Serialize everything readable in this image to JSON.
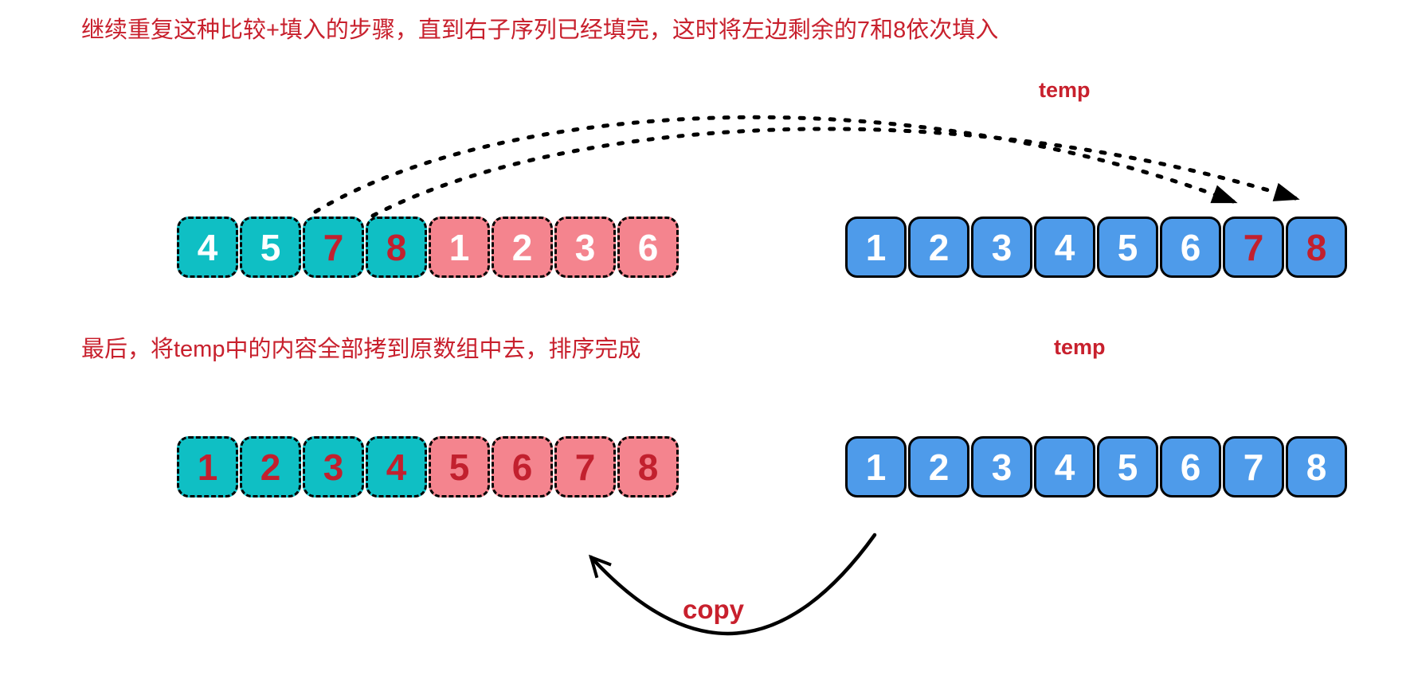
{
  "texts": {
    "step_instruction": "继续重复这种比较+填入的步骤，直到右子序列已经填完，这时将左边剩余的7和8依次填入",
    "final_instruction": "最后，将temp中的内容全部拷到原数组中去，排序完成",
    "temp_label_top": "temp",
    "temp_label_bottom": "temp",
    "copy_label": "copy"
  },
  "colors": {
    "teal": "#0FBFC4",
    "pink": "#F4848E",
    "blue": "#4E9BEA",
    "num_red": "#C2202E",
    "accent_red": "#C8202D",
    "stroke_black": "#000000"
  },
  "arrays": {
    "top_left": {
      "description": "original array, left sub-sequence 4 5 7 8 (teal) and right sub-sequence 1 2 3 6 (pink), 7 and 8 highlighted red",
      "cells": [
        {
          "value": "4",
          "bg": "teal",
          "text": "white"
        },
        {
          "value": "5",
          "bg": "teal",
          "text": "white"
        },
        {
          "value": "7",
          "bg": "teal",
          "text": "red"
        },
        {
          "value": "8",
          "bg": "teal",
          "text": "red"
        },
        {
          "value": "1",
          "bg": "pink",
          "text": "white"
        },
        {
          "value": "2",
          "bg": "pink",
          "text": "white"
        },
        {
          "value": "3",
          "bg": "pink",
          "text": "white"
        },
        {
          "value": "6",
          "bg": "pink",
          "text": "white"
        }
      ]
    },
    "top_right": {
      "description": "temp array after filling, 7 and 8 newly inserted (red)",
      "cells": [
        {
          "value": "1",
          "bg": "blue",
          "text": "white"
        },
        {
          "value": "2",
          "bg": "blue",
          "text": "white"
        },
        {
          "value": "3",
          "bg": "blue",
          "text": "white"
        },
        {
          "value": "4",
          "bg": "blue",
          "text": "white"
        },
        {
          "value": "5",
          "bg": "blue",
          "text": "white"
        },
        {
          "value": "6",
          "bg": "blue",
          "text": "white"
        },
        {
          "value": "7",
          "bg": "blue",
          "text": "red"
        },
        {
          "value": "8",
          "bg": "blue",
          "text": "red"
        }
      ]
    },
    "bottom_left": {
      "description": "original array after copy, fully sorted, all numbers red",
      "cells": [
        {
          "value": "1",
          "bg": "teal",
          "text": "red"
        },
        {
          "value": "2",
          "bg": "teal",
          "text": "red"
        },
        {
          "value": "3",
          "bg": "teal",
          "text": "red"
        },
        {
          "value": "4",
          "bg": "teal",
          "text": "red"
        },
        {
          "value": "5",
          "bg": "pink",
          "text": "red"
        },
        {
          "value": "6",
          "bg": "pink",
          "text": "red"
        },
        {
          "value": "7",
          "bg": "pink",
          "text": "red"
        },
        {
          "value": "8",
          "bg": "pink",
          "text": "red"
        }
      ]
    },
    "bottom_right": {
      "description": "temp array fully filled 1-8",
      "cells": [
        {
          "value": "1",
          "bg": "blue",
          "text": "white"
        },
        {
          "value": "2",
          "bg": "blue",
          "text": "white"
        },
        {
          "value": "3",
          "bg": "blue",
          "text": "white"
        },
        {
          "value": "4",
          "bg": "blue",
          "text": "white"
        },
        {
          "value": "5",
          "bg": "blue",
          "text": "white"
        },
        {
          "value": "6",
          "bg": "blue",
          "text": "white"
        },
        {
          "value": "7",
          "bg": "blue",
          "text": "white"
        },
        {
          "value": "8",
          "bg": "blue",
          "text": "white"
        }
      ]
    }
  }
}
